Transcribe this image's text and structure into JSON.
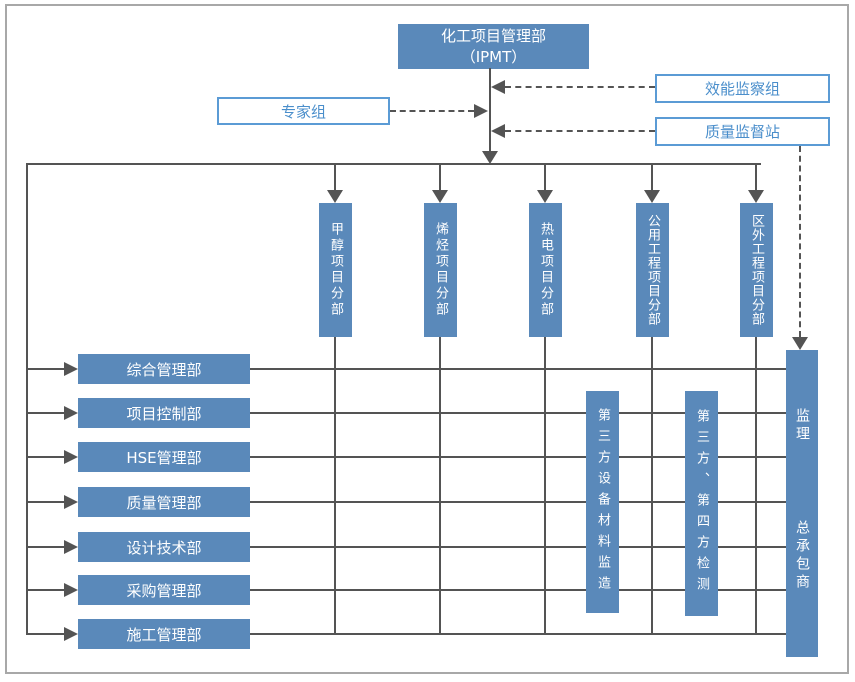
{
  "header": {
    "line1": "化工项目管理部",
    "line2": "（IPMT）"
  },
  "advisors": {
    "expert": "专家组",
    "efficiency": "效能监察组",
    "quality": "质量监督站"
  },
  "project_divisions": [
    "甲醇项目分部",
    "烯烃项目分部",
    "热电项目分部",
    "公用工程项目分部",
    "区外工程项目分部"
  ],
  "departments": [
    "综合管理部",
    "项目控制部",
    "HSE管理部",
    "质量管理部",
    "设计技术部",
    "采购管理部",
    "施工管理部"
  ],
  "third_party": [
    "第三方设备材料监造",
    "第三方、第四方检测"
  ],
  "contractor": {
    "supervision": "监理",
    "general": "总承包商"
  },
  "colors": {
    "box_fill": "#5a89ba",
    "outline_blue": "#5b9bd5",
    "connector": "#545454",
    "frame": "#a8a8a8"
  }
}
